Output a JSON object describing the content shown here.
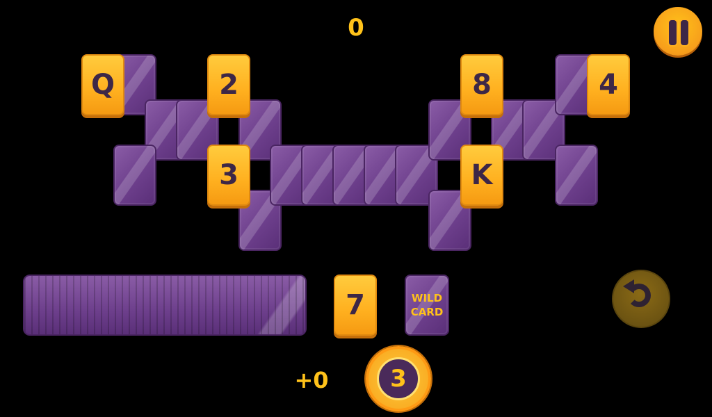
{
  "hud": {
    "score": "0",
    "bonus": "+0",
    "wildcards_left": "3"
  },
  "tableau_face_up": [
    {
      "name": "card-q",
      "value": "Q"
    },
    {
      "name": "card-2",
      "value": "2"
    },
    {
      "name": "card-3",
      "value": "3"
    },
    {
      "name": "card-8",
      "value": "8"
    },
    {
      "name": "card-4",
      "value": "4"
    },
    {
      "name": "card-k",
      "value": "K"
    }
  ],
  "waste_card": "7",
  "wild_card": {
    "line1": "WILD",
    "line2": "CARD"
  },
  "colors": {
    "accent": "#ffc21a",
    "card_face": "#ffb01f",
    "card_back": "#6d3f8c",
    "background": "#000000"
  },
  "icons": {
    "pause": "pause-icon",
    "undo": "undo-icon"
  }
}
